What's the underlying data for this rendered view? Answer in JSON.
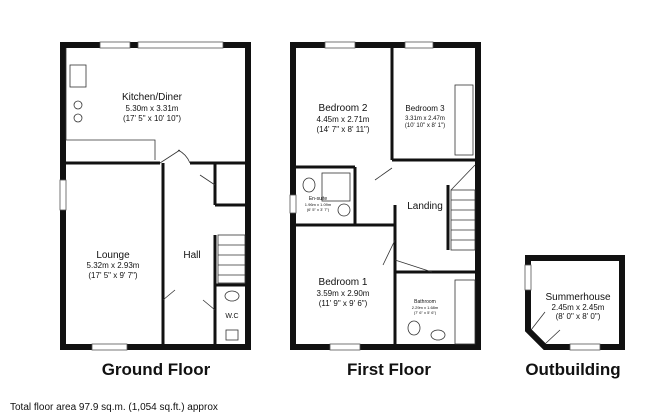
{
  "floors": [
    {
      "label": "Ground Floor",
      "rooms": [
        {
          "name": "Kitchen/Diner",
          "metric": "5.30m x 3.31m",
          "imperial": "(17' 5\" x 10' 10\")"
        },
        {
          "name": "Lounge",
          "metric": "5.32m x 2.93m",
          "imperial": "(17' 5\" x 9' 7\")"
        },
        {
          "name": "Hall"
        },
        {
          "name": "W.C"
        }
      ]
    },
    {
      "label": "First Floor",
      "rooms": [
        {
          "name": "Bedroom 2",
          "metric": "4.45m x 2.71m",
          "imperial": "(14' 7\" x 8' 11\")"
        },
        {
          "name": "Bedroom 3",
          "metric": "3.31m x 2.47m",
          "imperial": "(10' 10\" x 8' 1\")"
        },
        {
          "name": "En-suite",
          "metric": "1.96m x 1.09m",
          "imperial": "(6' 5\" x 3' 7\")"
        },
        {
          "name": "Landing"
        },
        {
          "name": "Bedroom 1",
          "metric": "3.59m x 2.90m",
          "imperial": "(11' 9\" x 9' 6\")"
        },
        {
          "name": "Bathroom",
          "metric": "2.29m x 1.68m",
          "imperial": "(7' 6\" x 5' 6\")"
        }
      ]
    },
    {
      "label": "Outbuilding",
      "rooms": [
        {
          "name": "Summerhouse",
          "metric": "2.45m x 2.45m",
          "imperial": "(8' 0\" x 8' 0\")"
        }
      ]
    }
  ],
  "total_area": "Total floor area 97.9 sq.m. (1,054 sq.ft.) approx"
}
